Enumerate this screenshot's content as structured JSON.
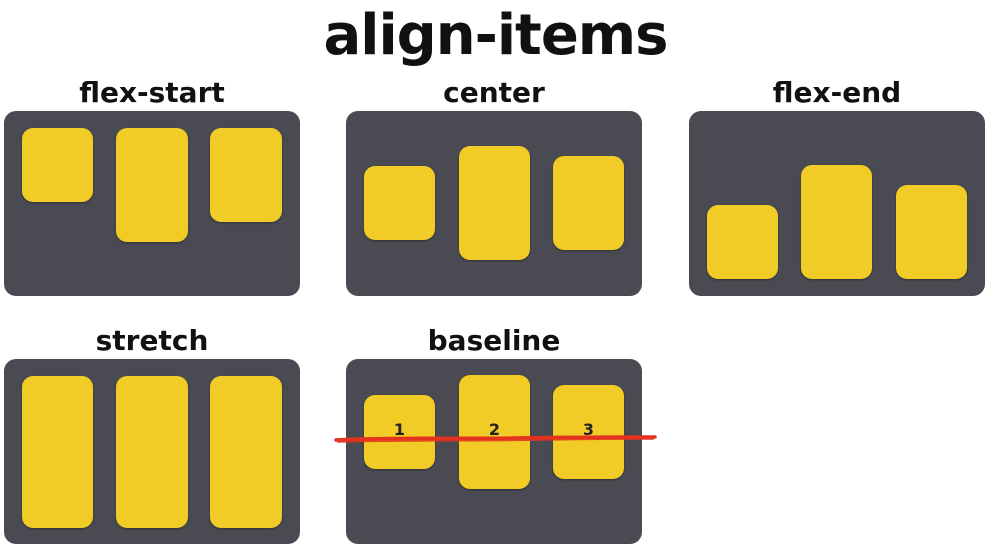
{
  "title": "align-items",
  "panels": [
    {
      "label": "flex-start"
    },
    {
      "label": "center"
    },
    {
      "label": "flex-end"
    },
    {
      "label": "stretch"
    },
    {
      "label": "baseline"
    }
  ],
  "baseline_numbers": [
    "1",
    "2",
    "3"
  ],
  "colors": {
    "panel": "#4a4b52",
    "item": "#f2cc26",
    "baseline_line": "#e3321e"
  }
}
